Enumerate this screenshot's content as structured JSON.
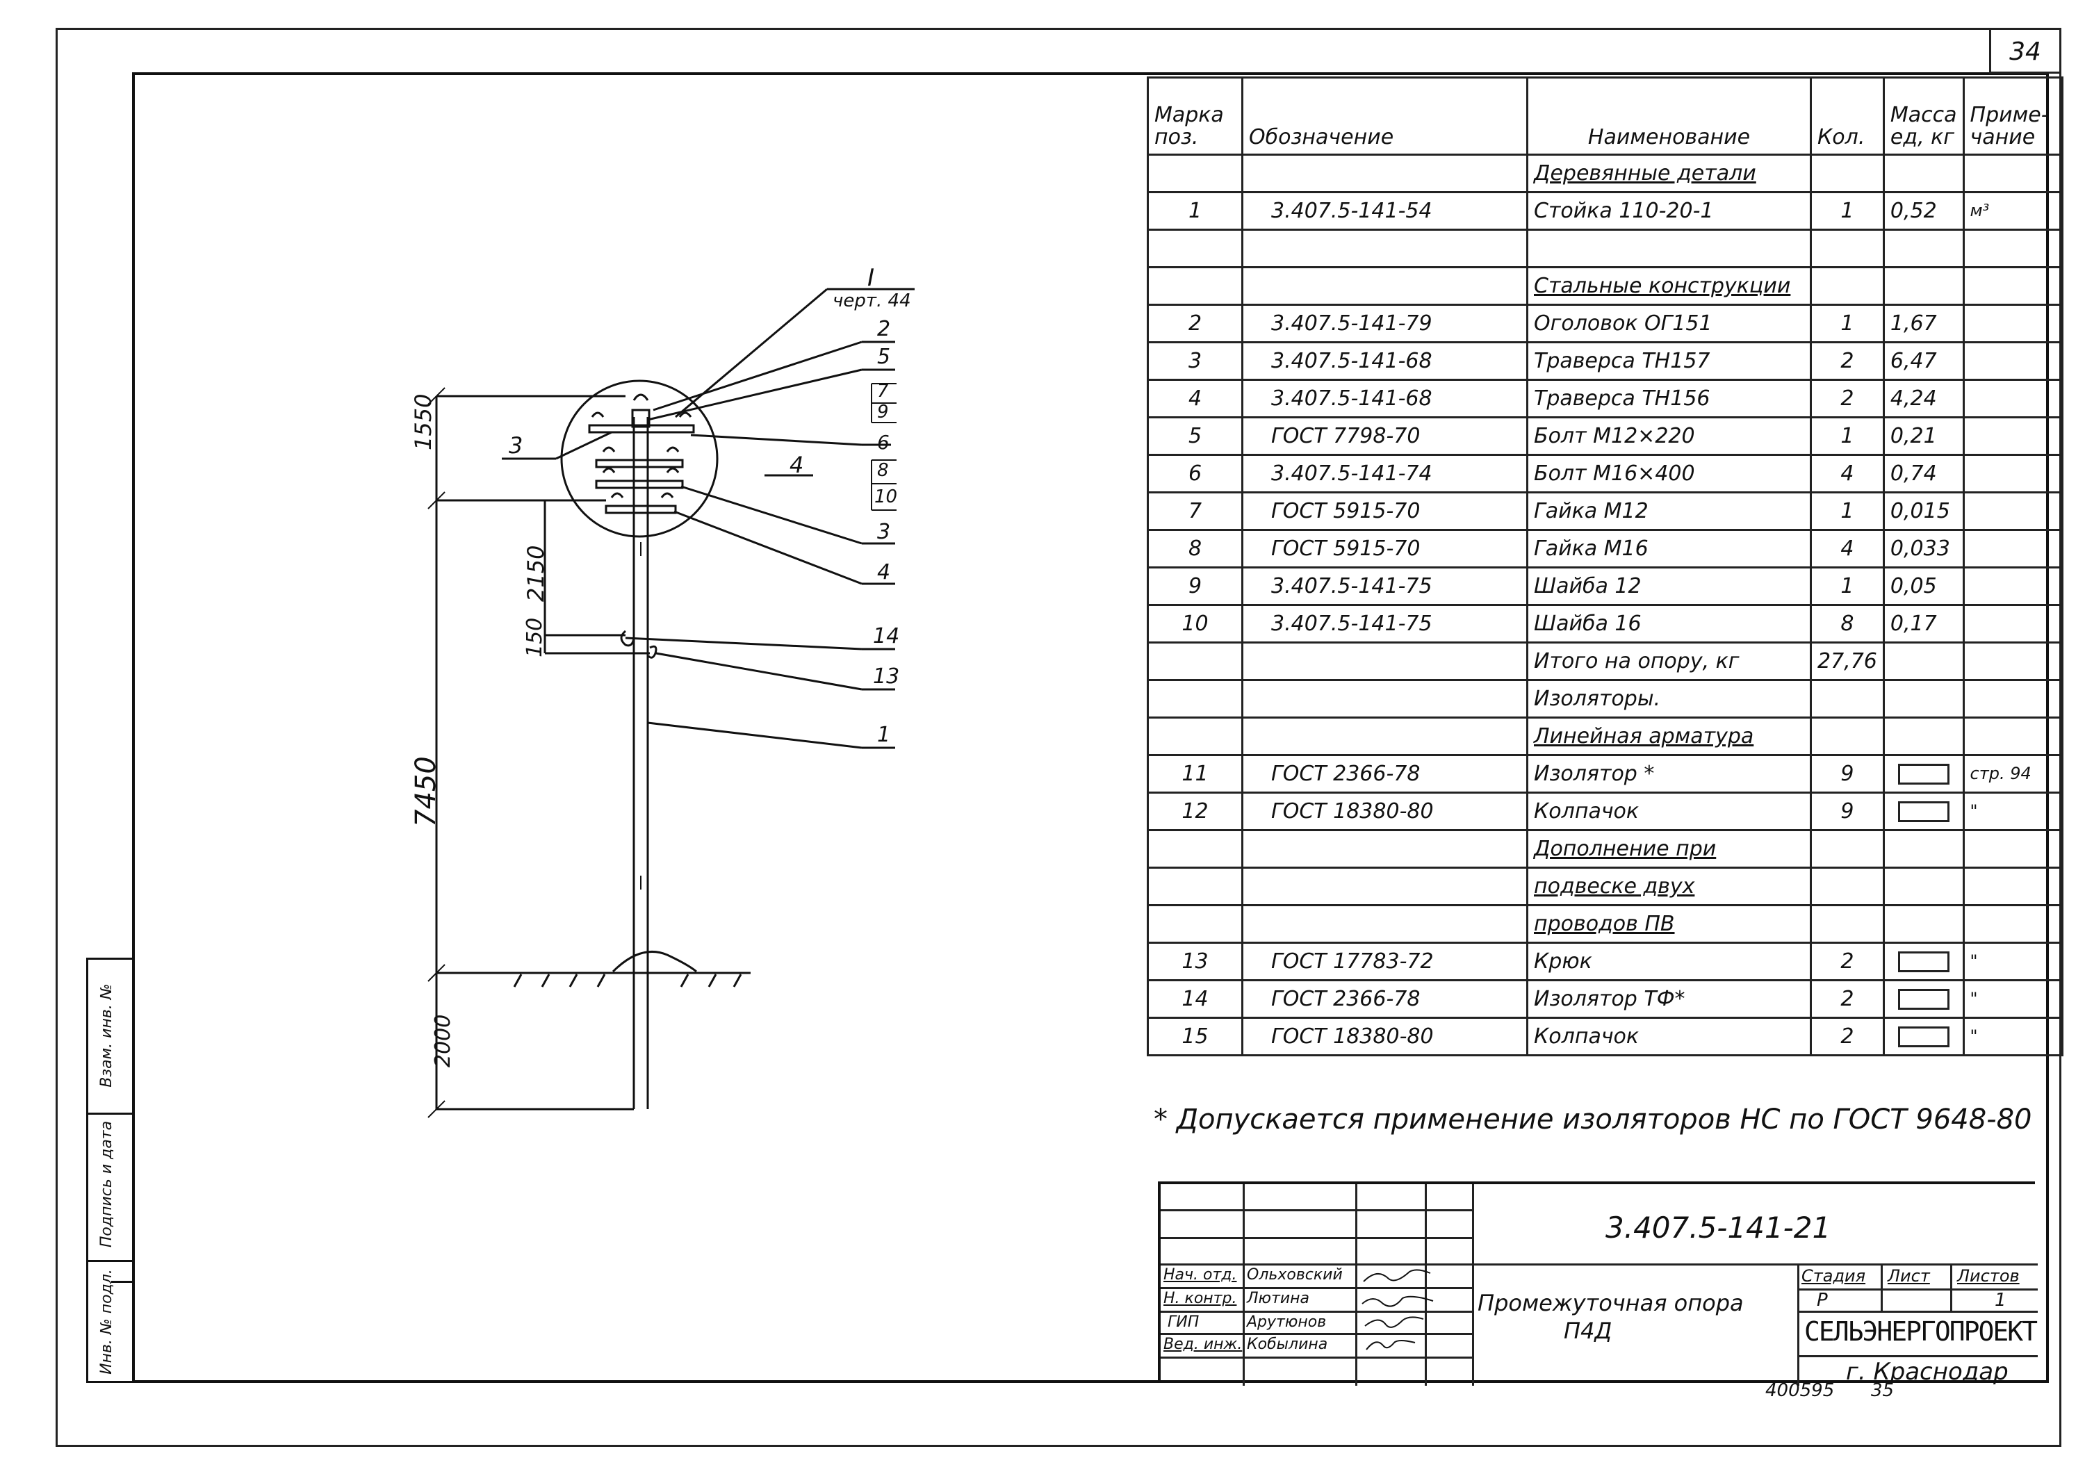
{
  "sheet": {
    "number": "34"
  },
  "side_strip": {
    "inv_no_original": "Инв. № подл.",
    "signature_date": "Подпись и дата",
    "replacement_inv": "Взам. инв. №"
  },
  "drawing": {
    "callout_ref_roman": "I",
    "callout_ref_sheet": "черт. 44",
    "dims": {
      "d1550": "1550",
      "d2150": "2150",
      "d150": "150",
      "d7450": "7450",
      "d2000": "2000"
    },
    "left_labels": {
      "l3": "3",
      "l4_inner": "4"
    },
    "right_labels": {
      "r2": "2",
      "r5": "5",
      "r7": "7",
      "r9": "9",
      "r6": "6",
      "r8": "8",
      "r10": "10",
      "r3": "3",
      "r4": "4",
      "r14": "14",
      "r13": "13",
      "r1": "1"
    }
  },
  "spec_table": {
    "headers": [
      "Марка поз.",
      "Обозначение",
      "Наименование",
      "Кол.",
      "Масса ед, кг",
      "Приме-чание"
    ],
    "rows": [
      [
        "",
        "",
        "Деревянные детали",
        "",
        "",
        ""
      ],
      [
        "1",
        "3.407.5-141-54",
        "Стойка 110-20-1",
        "1",
        "0,52",
        "м³"
      ],
      [
        "",
        "",
        "",
        "",
        "",
        ""
      ],
      [
        "",
        "",
        "Стальные конструкции",
        "",
        "",
        ""
      ],
      [
        "2",
        "3.407.5-141-79",
        "Оголовок ОГ151",
        "1",
        "1,67",
        ""
      ],
      [
        "3",
        "3.407.5-141-68",
        "Траверса ТН157",
        "2",
        "6,47",
        ""
      ],
      [
        "4",
        "3.407.5-141-68",
        "Траверса ТН156",
        "2",
        "4,24",
        ""
      ],
      [
        "5",
        "ГОСТ 7798-70",
        "Болт М12×220",
        "1",
        "0,21",
        ""
      ],
      [
        "6",
        "3.407.5-141-74",
        "Болт М16×400",
        "4",
        "0,74",
        ""
      ],
      [
        "7",
        "ГОСТ 5915-70",
        "Гайка М12",
        "1",
        "0,015",
        ""
      ],
      [
        "8",
        "ГОСТ 5915-70",
        "Гайка М16",
        "4",
        "0,033",
        ""
      ],
      [
        "9",
        "3.407.5-141-75",
        "Шайба 12",
        "1",
        "0,05",
        ""
      ],
      [
        "10",
        "3.407.5-141-75",
        "Шайба 16",
        "8",
        "0,17",
        ""
      ],
      [
        "",
        "",
        "Итого на опору, кг",
        "27,76",
        "",
        ""
      ],
      [
        "",
        "",
        "Изоляторы.",
        "",
        "",
        ""
      ],
      [
        "",
        "",
        "Линейная арматура",
        "",
        "",
        ""
      ],
      [
        "11",
        "ГОСТ 2366-78",
        "Изолятор *",
        "9",
        "",
        "стр. 94"
      ],
      [
        "12",
        "ГОСТ 18380-80",
        "Колпачок",
        "9",
        "",
        "\""
      ],
      [
        "",
        "",
        "Дополнение при",
        "",
        "",
        ""
      ],
      [
        "",
        "",
        "подвеске двух",
        "",
        "",
        ""
      ],
      [
        "",
        "",
        "проводов ПВ",
        "",
        "",
        ""
      ],
      [
        "13",
        "ГОСТ 17783-72",
        "Крюк",
        "2",
        "",
        "\""
      ],
      [
        "14",
        "ГОСТ 2366-78",
        "Изолятор ТФ*",
        "2",
        "",
        "\""
      ],
      [
        "15",
        "ГОСТ 18380-80",
        "Колпачок",
        "2",
        "",
        "\""
      ]
    ]
  },
  "footnote": "* Допускается применение изоляторов НС по ГОСТ 9648-80",
  "title_block": {
    "doc_code": "3.407.5-141-21",
    "roles": [
      "Нач. отд.",
      "Н. контр.",
      "ГИП",
      "Вед. инж."
    ],
    "names": [
      "Ольховский",
      "Лютина",
      "Арутюнов",
      "Кобылина"
    ],
    "title_line1": "Промежуточная опора",
    "title_line2": "П4Д",
    "stage_label": "Стадия",
    "sheet_label": "Лист",
    "sheets_label": "Листов",
    "stage_value": "Р",
    "sheets_value": "1",
    "org": "СЕЛЬЭНЕРГОПРОЕКТ",
    "city": "г. Краснодар",
    "archive_no": "400595",
    "archive_page": "35"
  }
}
